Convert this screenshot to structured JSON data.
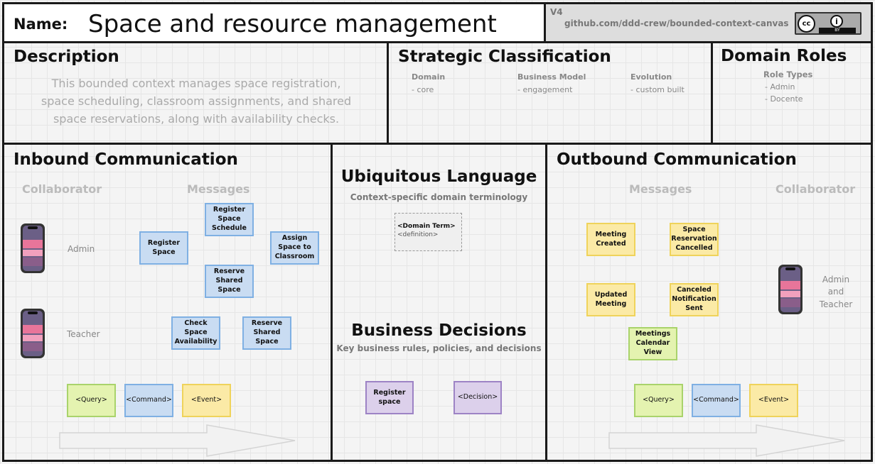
{
  "header": {
    "name_label": "Name:",
    "name_value": "Space and resource management",
    "version": "V4",
    "link": "github.com/ddd-crew/bounded-context-canvas",
    "license_cc": "cc",
    "license_by": "BY"
  },
  "description": {
    "title": "Description",
    "text": "This bounded context manages space registration, space scheduling, classroom assignments, and shared space reservations, along with availability checks."
  },
  "strategic": {
    "title": "Strategic Classification",
    "domain_label": "Domain",
    "domain_value": "- core",
    "business_label": "Business Model",
    "business_value": "- engagement",
    "evolution_label": "Evolution",
    "evolution_value": "- custom built"
  },
  "roles": {
    "title": "Domain Roles",
    "subtitle": "Role Types",
    "items": [
      "- Admin",
      "- Docente"
    ]
  },
  "inbound": {
    "title": "Inbound Communication",
    "col_collaborator": "Collaborator",
    "col_messages": "Messages",
    "actors": [
      "Admin",
      "Teacher"
    ],
    "messages": [
      "Register Space Schedule",
      "Register Space",
      "Assign Space to Classroom",
      "Reserve Shared Space",
      "Check Space Availability",
      "Reserve Shared Space"
    ],
    "legend": [
      "<Query>",
      "<Command>",
      "<Event>"
    ]
  },
  "ubiquitous": {
    "title": "Ubiquitous Language",
    "subtitle": "Context-specific domain terminology",
    "term": "<Domain Term>",
    "definition": "<definition>"
  },
  "decisions": {
    "title": "Business Decisions",
    "subtitle": "Key business rules, policies, and decisions",
    "items": [
      "Register space",
      "<Decision>"
    ]
  },
  "outbound": {
    "title": "Outbound Communication",
    "col_messages": "Messages",
    "col_collaborator": "Collaborator",
    "actor_lines": [
      "Admin",
      "and",
      "Teacher"
    ],
    "messages": [
      "Meeting Created",
      "Space Reservation Cancelled",
      "Updated Meeting",
      "Canceled Notification Sent",
      "Meetings Calendar View"
    ],
    "legend": [
      "<Query>",
      "<Command>",
      "<Event>"
    ]
  },
  "colors": {
    "command": "#c9dcf2",
    "event": "#fbeaa6",
    "query": "#e4f3b0",
    "decision": "#dcd0eb"
  }
}
